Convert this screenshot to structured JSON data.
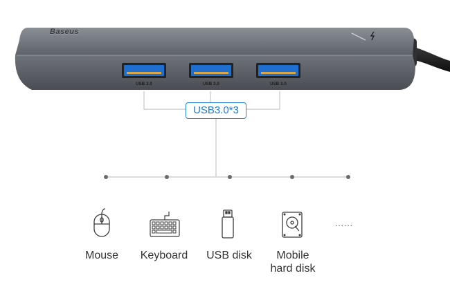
{
  "brand": "Baseus",
  "ports": [
    {
      "label": "USB 3.0"
    },
    {
      "label": "USB 3.0"
    },
    {
      "label": "USB 3.0"
    }
  ],
  "badge": "USB3.0*3",
  "devices": [
    {
      "label": "Mouse",
      "icon": "mouse-icon"
    },
    {
      "label": "Keyboard",
      "icon": "keyboard-icon"
    },
    {
      "label": "USB disk",
      "icon": "usb-disk-icon"
    },
    {
      "label": "Mobile hard disk",
      "line1": "Mobile",
      "line2": "hard disk",
      "icon": "hard-disk-icon"
    }
  ],
  "more": "......",
  "colors": {
    "hub_body": "#5b5f66",
    "port_blue": "#1f6fd0",
    "accent": "#1a7ad4",
    "line": "#b9b9b9"
  }
}
